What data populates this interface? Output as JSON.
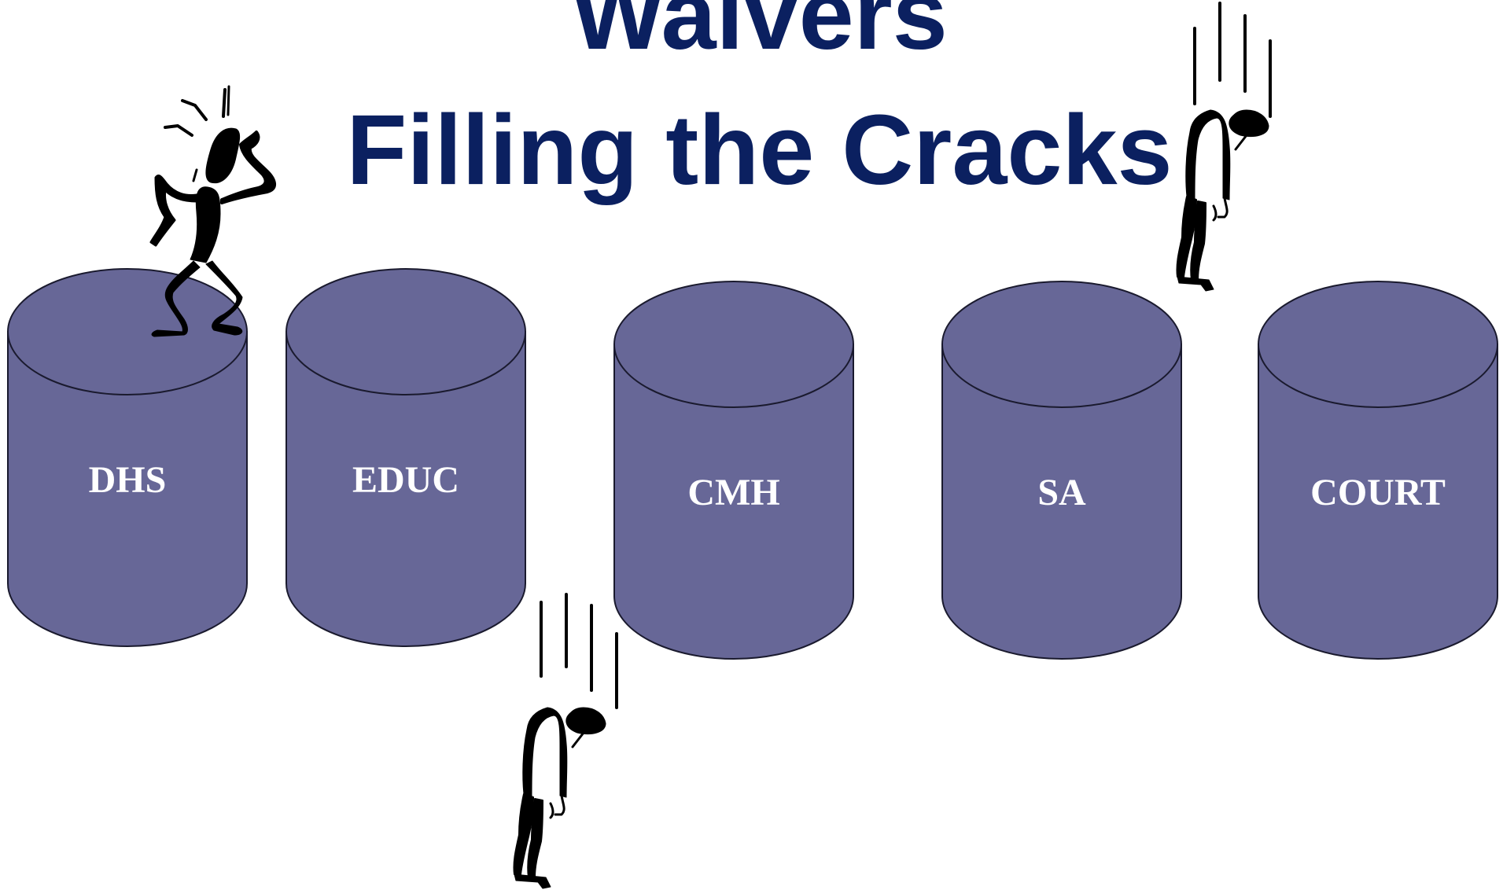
{
  "title": {
    "line1": "Waivers",
    "line2": "Filling the Cracks"
  },
  "colors": {
    "title": "#0b2060",
    "cylinder_fill": "#676797",
    "cylinder_stroke": "#1a1a2e",
    "label": "#ffffff"
  },
  "cylinders": [
    {
      "label": "DHS"
    },
    {
      "label": "EDUC"
    },
    {
      "label": "CMH"
    },
    {
      "label": "SA"
    },
    {
      "label": "COURT"
    }
  ],
  "figures": [
    {
      "name": "frustrated-stick-figure",
      "pose": "frustrated"
    },
    {
      "name": "falling-stick-figure",
      "pose": "falling"
    },
    {
      "name": "falling-stick-figure",
      "pose": "falling"
    }
  ]
}
